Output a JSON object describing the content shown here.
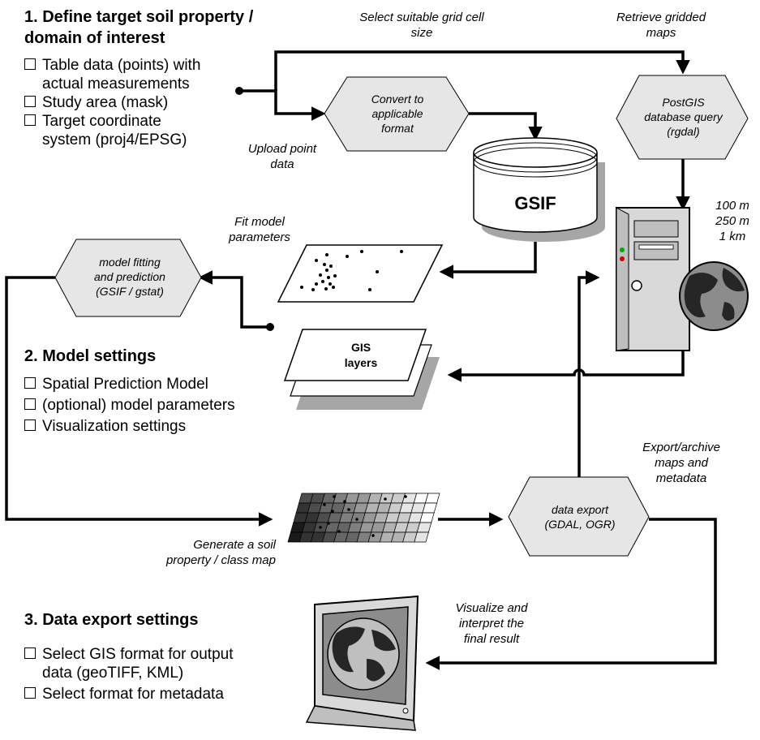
{
  "sections": [
    {
      "title": "1. Define target soil property / domain of interest",
      "title_lines": [
        "1. Define target soil property /",
        "domain of interest"
      ],
      "items": [
        [
          "Table data (points) with",
          "actual measurements"
        ],
        [
          "Study area (mask)"
        ],
        [
          "Target coordinate",
          "system (proj4/EPSG)"
        ]
      ]
    },
    {
      "title": "2. Model settings",
      "items": [
        [
          "Spatial Prediction Model"
        ],
        [
          "(optional) model parameters"
        ],
        [
          "Visualization settings"
        ]
      ]
    },
    {
      "title": "3. Data export settings",
      "items": [
        [
          "Select GIS format for output",
          "data (geoTIFF, KML)"
        ],
        [
          "Select format for metadata"
        ]
      ]
    }
  ],
  "notes": {
    "grid_cell": [
      "Select suitable grid cell",
      "size"
    ],
    "retrieve": [
      "Retrieve gridded",
      "maps"
    ],
    "upload": [
      "Upload point",
      "data"
    ],
    "fit": [
      "Fit model",
      "parameters"
    ],
    "generate": [
      "Generate a soil",
      "property / class map"
    ],
    "export": [
      "Export/archive",
      "maps and",
      "metadata"
    ],
    "visualize": [
      "Visualize and",
      "interpret the",
      "final result"
    ],
    "resolutions": [
      "100 m",
      "250 m",
      "1 km"
    ]
  },
  "processes": {
    "convert": [
      "Convert to",
      "applicable",
      "format"
    ],
    "postgis": [
      "PostGIS",
      "database query",
      "(rgdal)"
    ],
    "model": [
      "model fitting",
      "and prediction",
      "(GSIF / gstat)"
    ],
    "export": [
      "data export",
      "(GDAL, OGR)"
    ]
  },
  "database_label": "GSIF",
  "gis_layers_label": [
    "GIS",
    "layers"
  ],
  "colors": {
    "process_fill": "#e6e6e6",
    "outline": "#000000",
    "shadow": "#a6a6a6"
  }
}
